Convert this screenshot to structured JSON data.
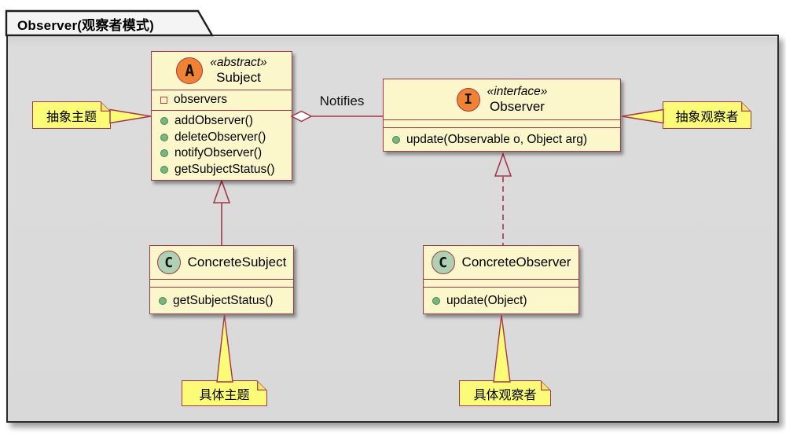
{
  "frame": {
    "title": "Observer(观察者模式)"
  },
  "association": {
    "label": "Notifies"
  },
  "classes": {
    "subject": {
      "icon": "abstract-circle-A",
      "letter": "A",
      "stereotype": "«abstract»",
      "name": "Subject",
      "field": "observers",
      "methods": [
        "addObserver()",
        "deleteObserver()",
        "notifyObserver()",
        "getSubjectStatus()"
      ]
    },
    "observer": {
      "icon": "interface-circle-I",
      "letter": "I",
      "stereotype": "«interface»",
      "name": "Observer",
      "methods": [
        "update(Observable o, Object arg)"
      ]
    },
    "concreteSubject": {
      "icon": "class-circle-C",
      "letter": "C",
      "name": "ConcreteSubject",
      "methods": [
        "getSubjectStatus()"
      ]
    },
    "concreteObserver": {
      "icon": "class-circle-C",
      "letter": "C",
      "name": "ConcreteObserver",
      "methods": [
        "update(Object)"
      ]
    }
  },
  "notes": {
    "abstractSubject": {
      "text": "抽象主题"
    },
    "abstractObserver": {
      "text": "抽象观察者"
    },
    "concreteSubject": {
      "text": "具体主题"
    },
    "concreteObserver": {
      "text": "具体观察者"
    }
  },
  "relations": [
    {
      "type": "aggregation",
      "from": "Subject",
      "to": "Observer",
      "label": "Notifies"
    },
    {
      "type": "generalization",
      "from": "ConcreteSubject",
      "to": "Subject"
    },
    {
      "type": "realization",
      "from": "ConcreteObserver",
      "to": "Observer"
    }
  ],
  "colors": {
    "box_fill": "#FCF6CB",
    "box_border": "#A5374A",
    "note_fill": "#FBFB77",
    "frame_bg": "#D9D9D9",
    "abstract_icon_fill": "#F08234",
    "class_icon_fill": "#ADD1B2",
    "method_dot": "#77B77C",
    "field_square": "#CC3B33",
    "relation_line": "#A5374A"
  }
}
